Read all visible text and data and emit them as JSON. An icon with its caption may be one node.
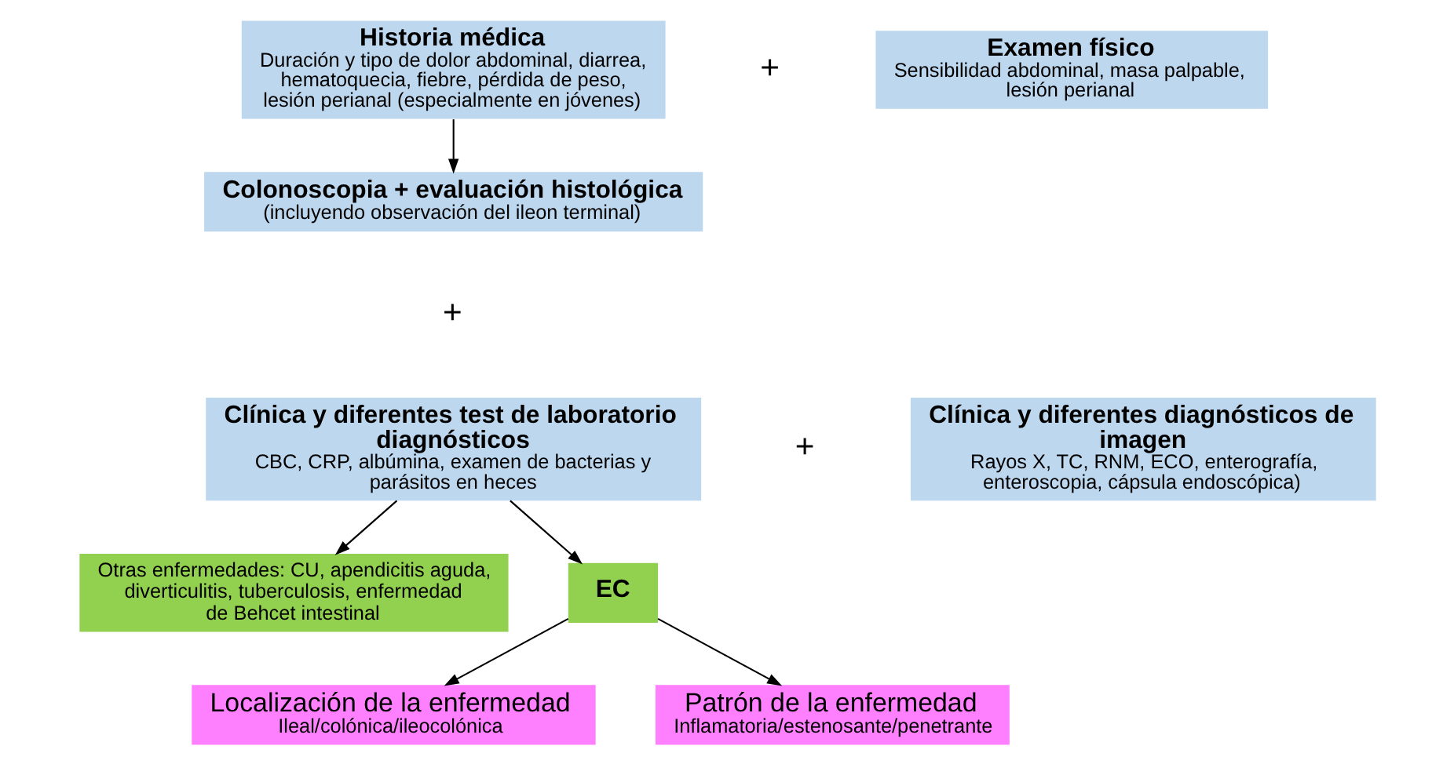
{
  "diagram": {
    "nodes": [
      {
        "text": [
          "Historia médica",
          "Duración y tipo de dolor abdominal, diarrea, hematoquecia, fiebre, pérdida de peso, lesión perianal (especialmente en jóvenes)"
        ]
      },
      {
        "text": [
          "Examen físico",
          "Sensibilidad abdominal, masa palpable, lesión perianal"
        ]
      },
      {
        "text": [
          "Colonoscopia + evaluación histológica",
          "(incluyendo observación del ileon terminal)"
        ]
      },
      {
        "text": [
          "Clínica y diferentes test de laboratorio diagnósticos",
          "CBC, CRP, albúmina, examen de bacterias y parásitos en heces"
        ]
      },
      {
        "text": [
          "Clínica y diferentes diagnósticos de imagen",
          "Rayos X, TC, RNM, ECO, enterografía, enteroscopia, cápsula endoscópica)"
        ]
      },
      {
        "text": [
          "Otras enfermedades: CU, apendicitis aguda, diverticulitis, tuberculosis, enfermedad de Behcet intestinal"
        ]
      },
      {
        "text": [
          "EC"
        ]
      },
      {
        "text": [
          "Localización de la enfermedad",
          "Ileal/colónica/ileocolónica"
        ]
      },
      {
        "text": [
          "Patrón de la enfermedad",
          "Inflamatoria/estenosante/penetrante"
        ]
      }
    ],
    "edges": [
      {
        "from": 0,
        "to": 2,
        "arrow": "to"
      },
      {
        "from": 3,
        "to": 5,
        "arrow": "to"
      },
      {
        "from": 3,
        "to": 6,
        "arrow": "to"
      },
      {
        "from": 6,
        "to": 7,
        "arrow": "to"
      },
      {
        "from": 6,
        "to": 8,
        "arrow": "to"
      }
    ],
    "labels": [
      "+",
      "+",
      "+"
    ]
  }
}
